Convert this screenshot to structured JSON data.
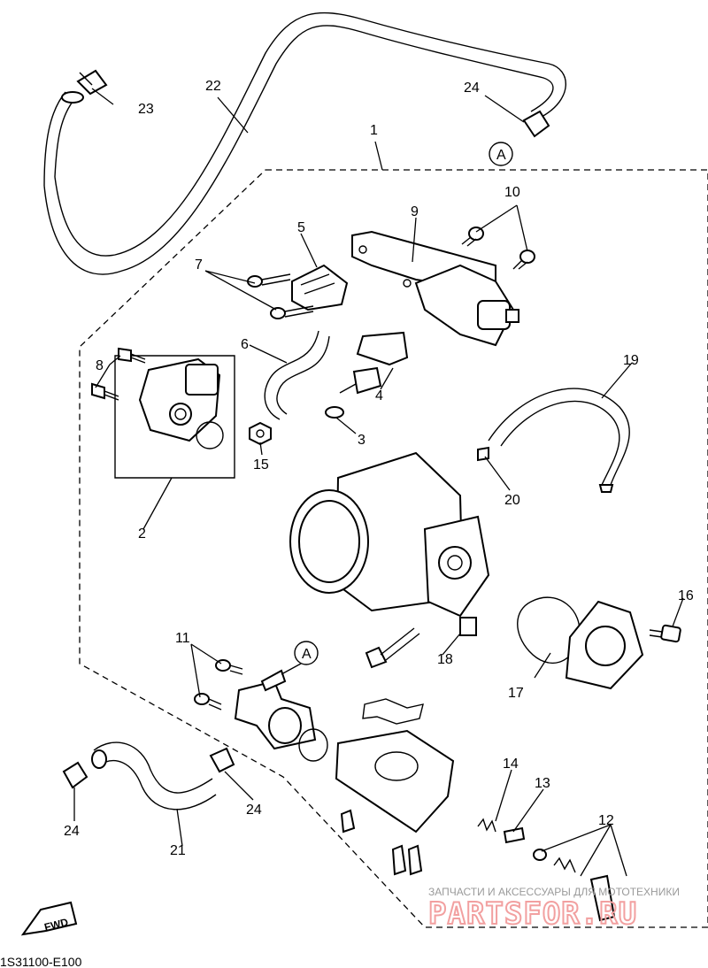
{
  "diagram": {
    "callouts": {
      "c1": "1",
      "c2": "2",
      "c3": "3",
      "c4": "4",
      "c5": "5",
      "c6": "6",
      "c7": "7",
      "c8": "8",
      "c9": "9",
      "c10": "10",
      "c11": "11",
      "c12": "12",
      "c13": "13",
      "c14": "14",
      "c15": "15",
      "c16": "16",
      "c17": "17",
      "c18": "18",
      "c19": "19",
      "c20": "20",
      "c21": "21",
      "c22": "22",
      "c23": "23",
      "c24a": "24",
      "c24b": "24",
      "c24c": "24"
    },
    "ref_marks": {
      "a_top": "A",
      "a_bottom": "A"
    },
    "fwd_label": "FWD",
    "diagram_code": "1S31100-E100"
  },
  "watermark": {
    "top_text": "ЗАПЧАСТИ И АКСЕССУАРЫ ДЛЯ МОТОТЕХНИКИ",
    "logo_text": "PARTSFOR.RU"
  }
}
